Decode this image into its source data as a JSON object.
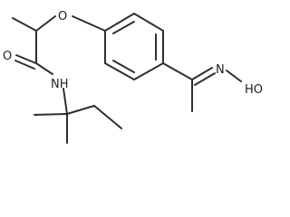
{
  "molecule": {
    "atoms": {
      "ether_oxygen": "O",
      "carbonyl_oxygen": "O",
      "amide_nitrogen": "NH",
      "oxime_hydroxyl": "HO",
      "oxime_nitrogen": "N"
    }
  }
}
